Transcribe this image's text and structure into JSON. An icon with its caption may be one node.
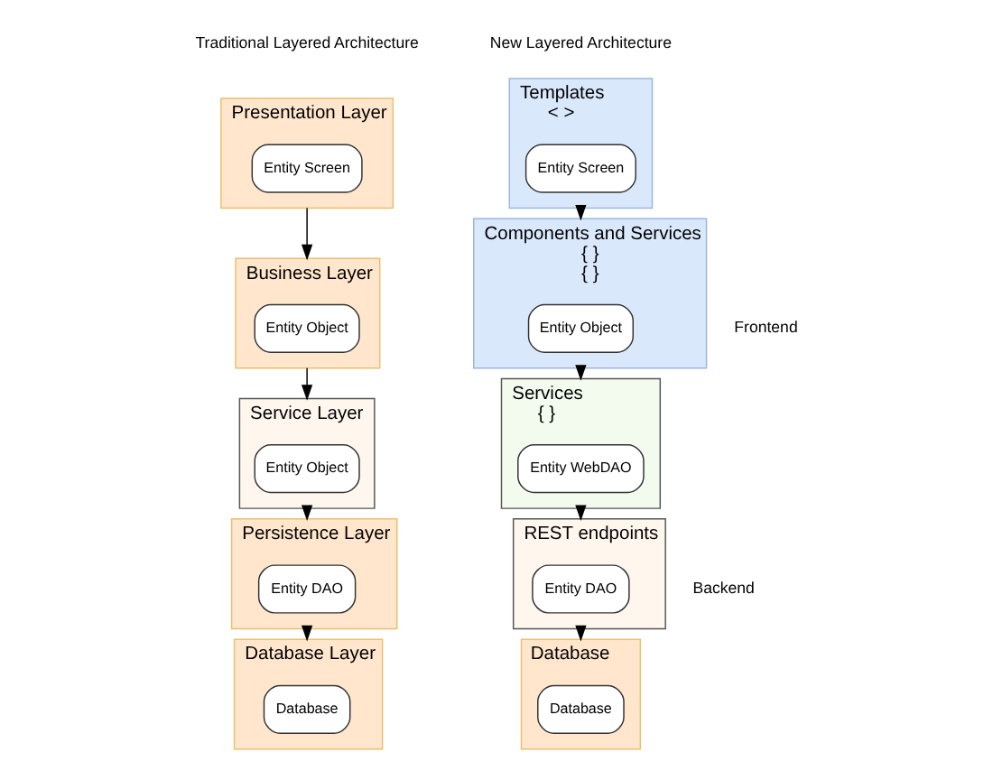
{
  "diagram": {
    "nodes": [
      {
        "text": [
          "Presentation Layer"
        ]
      },
      {
        "text": [
          "Entity Screen"
        ],
        "in": 0
      },
      {
        "text": [
          "Business Layer"
        ]
      },
      {
        "text": [
          "Entity Object"
        ],
        "in": 2
      },
      {
        "text": [
          "Service Layer"
        ]
      },
      {
        "text": [
          "Entity Object"
        ],
        "in": 4
      },
      {
        "text": [
          "Persistence Layer"
        ]
      },
      {
        "text": [
          "Entity DAO"
        ],
        "in": 6
      },
      {
        "text": [
          "Database Layer"
        ]
      },
      {
        "text": [
          "Database"
        ],
        "in": 8
      },
      {
        "text": [
          "Templates",
          "< >"
        ]
      },
      {
        "text": [
          "Entity Screen"
        ],
        "in": 10
      },
      {
        "text": [
          "Components and Services",
          "{ }",
          "{ }"
        ]
      },
      {
        "text": [
          "Entity Object"
        ],
        "in": 12
      },
      {
        "text": [
          "Services",
          "{ }"
        ]
      },
      {
        "text": [
          "Entity WebDAO"
        ],
        "in": 14
      },
      {
        "text": [
          "REST endpoints"
        ]
      },
      {
        "text": [
          "Entity DAO"
        ],
        "in": 16
      },
      {
        "text": [
          "Database"
        ]
      },
      {
        "text": [
          "Database"
        ],
        "in": 18
      }
    ],
    "edges": [
      {
        "from": 0,
        "to": 2,
        "arrow": "to"
      },
      {
        "from": 2,
        "to": 4,
        "arrow": "to"
      },
      {
        "from": 4,
        "to": 6,
        "arrow": "to"
      },
      {
        "from": 6,
        "to": 8,
        "arrow": "to"
      },
      {
        "from": 10,
        "to": 12,
        "arrow": "to"
      },
      {
        "from": 12,
        "to": 14,
        "arrow": "to"
      },
      {
        "from": 14,
        "to": 16,
        "arrow": "to"
      },
      {
        "from": 16,
        "to": 18,
        "arrow": "to"
      }
    ],
    "labels": [
      "Traditional Layered Architecture",
      "New Layered Architecture",
      "Frontend",
      "Backend"
    ]
  }
}
